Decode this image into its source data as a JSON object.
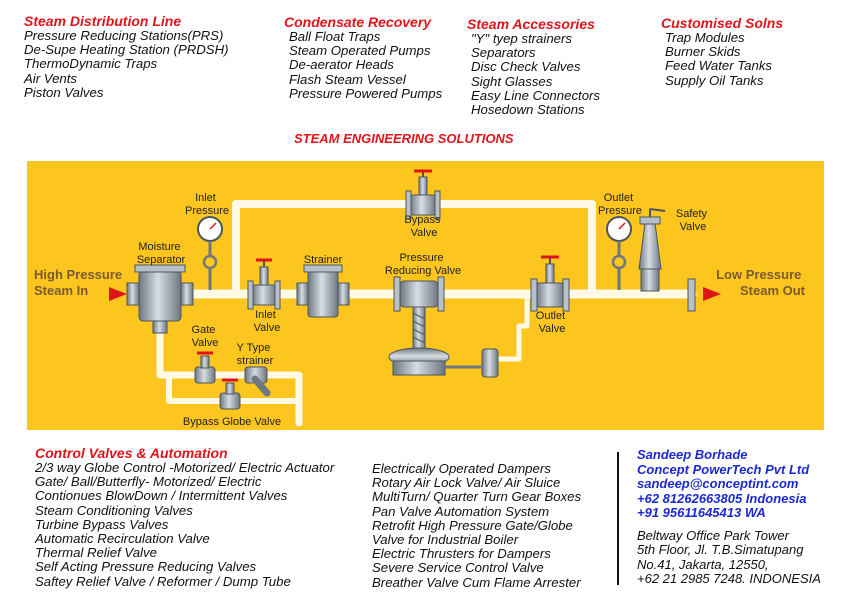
{
  "top_sections": [
    {
      "heading": "Steam Distribution Line",
      "items": [
        "Pressure Reducing Stations(PRS)",
        "De-Supe Heating Station (PRDSH)",
        "ThermoDynamic Traps",
        "Air Vents",
        "Piston Valves"
      ]
    },
    {
      "heading": "Condensate Recovery",
      "items": [
        "Ball Float Traps",
        "Steam Operated Pumps",
        "De-aerator Heads",
        "Flash Steam Vessel",
        "Pressure Powered Pumps"
      ]
    },
    {
      "heading": "Steam Accessories",
      "items": [
        "\"Y\" tyep strainers",
        "Separators",
        "Disc Check Valves",
        "Sight Glasses",
        "Easy Line Connectors",
        "Hosedown Stations"
      ]
    },
    {
      "heading": "Customised Solns",
      "items": [
        "Trap Modules",
        "Burner Skids",
        "Feed Water Tanks",
        "Supply Oil Tanks"
      ]
    }
  ],
  "center_title": "STEAM ENGINEERING SOLUTIONS",
  "diagram": {
    "high_pressure": [
      "High Pressure",
      "Steam In"
    ],
    "low_pressure": [
      "Low Pressure",
      "Steam Out"
    ],
    "inlet_pressure": [
      "Inlet",
      "Pressure"
    ],
    "moisture_separator": [
      "Moisture",
      "Separator"
    ],
    "strainer": "Strainer",
    "bypass_valve": [
      "Bypass",
      "Valve"
    ],
    "prv": [
      "Pressure",
      "Reducing Valve"
    ],
    "outlet_pressure": [
      "Outlet",
      "Pressure"
    ],
    "safety_valve": [
      "Safety",
      "Valve"
    ],
    "inlet_valve": [
      "Inlet",
      "Valve"
    ],
    "outlet_valve": [
      "Outlet",
      "Valve"
    ],
    "gate_valve": [
      "Gate",
      "Valve"
    ],
    "y_strainer": [
      "Y Type",
      "strainer"
    ],
    "bypass_globe": "Bypass Globe Valve"
  },
  "bottom_left": {
    "heading": "Control Valves & Automation",
    "items": [
      "2/3 way Globe Control -Motorized/ Electric Actuator",
      "Gate/ Ball/Butterfly- Motorized/ Electric",
      "Contionues BlowDown / Intermittent Valves",
      "Steam Conditioning Valves",
      "Turbine Bypass Valves",
      "Automatic Recirculation Valve",
      "Thermal Relief Valve",
      "Self Acting Pressure Reducing Valves",
      "Saftey Relief Valve / Reformer / Dump Tube"
    ]
  },
  "bottom_middle": {
    "items": [
      "Electrically Operated Dampers",
      "Rotary Air Lock Valve/ Air Sluice",
      "MultiTurn/ Quarter Turn Gear Boxes",
      "Pan Valve Automation System",
      "Retrofit High Pressure Gate/Globe",
      "Valve for Industrial Boiler",
      "Electric Thrusters for Dampers",
      "Severe Service Control Valve",
      "Breather Valve Cum Flame Arrester"
    ]
  },
  "contact": {
    "name": "Sandeep Borhade",
    "company": "Concept PowerTech Pvt Ltd",
    "email": "sandeep@conceptint.com",
    "phone1": "+62 81262663805 Indonesia",
    "phone2": "+91 95611645413 WA",
    "address": [
      "Beltway Office Park Tower",
      "5th Floor, Jl. T.B.Simatupang",
      "No.41, Jakarta, 12550,",
      "+62 21 2985 7248. INDONESIA"
    ]
  },
  "colors": {
    "heading_red": "#e0151b",
    "panel_yellow": "#fdc61f",
    "contact_blue": "#1a2ad0",
    "pipe_white": "#fff9e6",
    "valve_grey": "#9aa4ad"
  }
}
